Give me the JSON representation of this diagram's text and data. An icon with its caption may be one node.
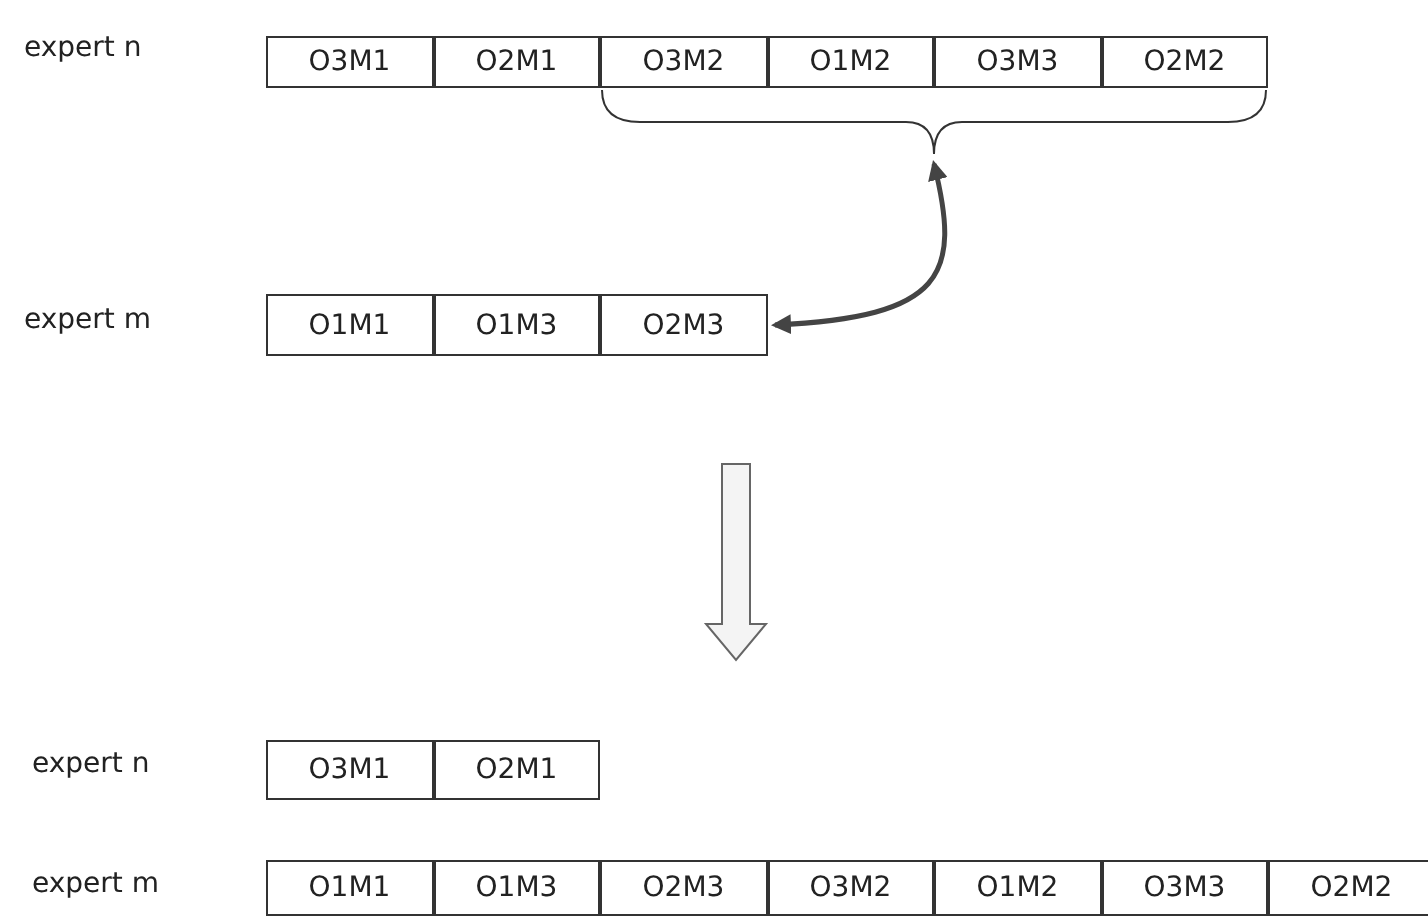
{
  "diagram": {
    "nodes": [
      {
        "text": [
          "O3M1"
        ]
      },
      {
        "text": [
          "O2M1"
        ]
      },
      {
        "text": [
          "O3M2"
        ]
      },
      {
        "text": [
          "O1M2"
        ]
      },
      {
        "text": [
          "O3M3"
        ]
      },
      {
        "text": [
          "O2M2"
        ]
      },
      {
        "text": [],
        "shape": "brace"
      },
      {
        "text": [
          "O1M1"
        ]
      },
      {
        "text": [
          "O1M3"
        ]
      },
      {
        "text": [
          "O2M3"
        ]
      },
      {
        "text": [
          "O3M1"
        ]
      },
      {
        "text": [
          "O2M1"
        ]
      },
      {
        "text": [
          "O1M1"
        ]
      },
      {
        "text": [
          "O1M3"
        ]
      },
      {
        "text": [
          "O2M3"
        ]
      },
      {
        "text": [
          "O3M2"
        ]
      },
      {
        "text": [
          "O1M2"
        ]
      },
      {
        "text": [
          "O3M3"
        ]
      },
      {
        "text": [
          "O2M2"
        ]
      }
    ],
    "edges": [
      {
        "from": 6,
        "to": 9,
        "arrow": "both"
      }
    ],
    "labels": [
      "expert n",
      "expert m",
      "expert n",
      "expert m"
    ]
  }
}
